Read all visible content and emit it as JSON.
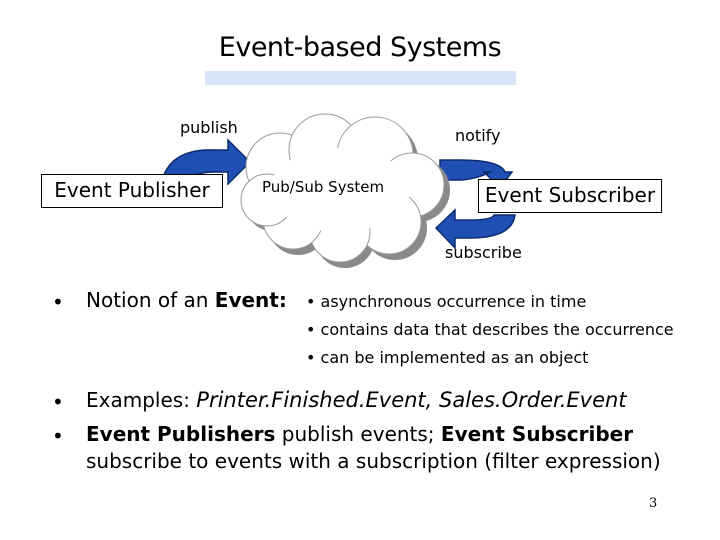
{
  "slide": {
    "title": "Event-based Systems",
    "page_number": "3"
  },
  "diagram": {
    "publisher": "Event Publisher",
    "system": "Pub/Sub System",
    "subscriber": "Event Subscriber",
    "publish": "publish",
    "notify": "notify",
    "subscribe": "subscribe"
  },
  "bullets": {
    "b1_prefix": "Notion of an ",
    "b1_bold": "Event:",
    "b1_sub1": "• asynchronous occurrence in time",
    "b1_sub2": "• contains data that describes the occurrence",
    "b1_sub3": "• can be implemented as an object",
    "b2_prefix": "Examples: ",
    "b2_examples": "Printer.Finished.Event, Sales.Order.Event",
    "b3_bold1": "Event Publishers",
    "b3_text1": " publish events; ",
    "b3_bold2": "Event Subscriber",
    "b3_text2": " subscribe to events with a subscription (filter expression)",
    "bullet_char": "•"
  },
  "colors": {
    "arrow": "#1f4fb3",
    "title_bar": "#d8e6f8",
    "cloud_shadow": "#8a8a8a"
  }
}
